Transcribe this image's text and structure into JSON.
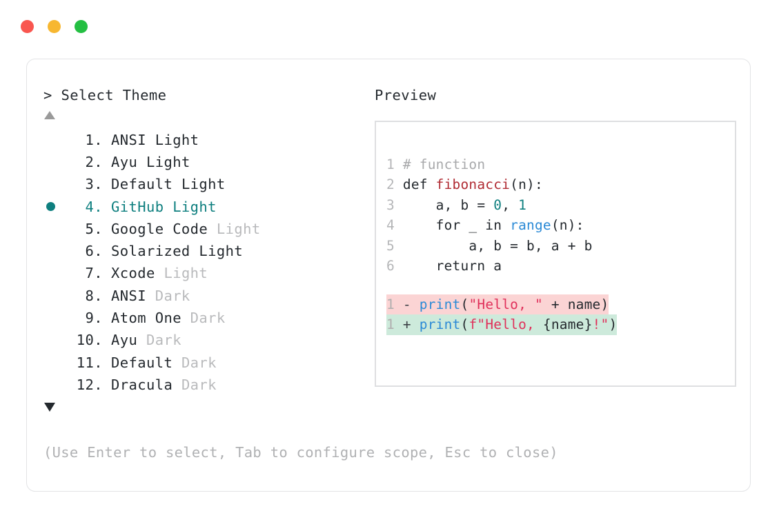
{
  "window": {
    "traffic_lights": [
      {
        "name": "close",
        "color": "#f9564f"
      },
      {
        "name": "minimize",
        "color": "#f7b731"
      },
      {
        "name": "maximize",
        "color": "#24bf42"
      }
    ]
  },
  "selector": {
    "prompt": "> Select Theme",
    "scroll_up_icon": "triangle-up-icon",
    "scroll_down_icon": "triangle-down-icon",
    "selected_index": 4,
    "items": [
      {
        "index": "1.",
        "name": "ANSI",
        "variant": "Light",
        "variant_dim": false,
        "selected": false
      },
      {
        "index": "2.",
        "name": "Ayu",
        "variant": "Light",
        "variant_dim": false,
        "selected": false
      },
      {
        "index": "3.",
        "name": "Default",
        "variant": "Light",
        "variant_dim": false,
        "selected": false
      },
      {
        "index": "4.",
        "name": "GitHub",
        "variant": "Light",
        "variant_dim": false,
        "selected": true
      },
      {
        "index": "5.",
        "name": "Google Code",
        "variant": "Light",
        "variant_dim": true,
        "selected": false
      },
      {
        "index": "6.",
        "name": "Solarized",
        "variant": "Light",
        "variant_dim": false,
        "selected": false
      },
      {
        "index": "7.",
        "name": "Xcode",
        "variant": "Light",
        "variant_dim": true,
        "selected": false
      },
      {
        "index": "8.",
        "name": "ANSI",
        "variant": "Dark",
        "variant_dim": true,
        "selected": false
      },
      {
        "index": "9.",
        "name": "Atom One",
        "variant": "Dark",
        "variant_dim": true,
        "selected": false
      },
      {
        "index": "10.",
        "name": "Ayu",
        "variant": "Dark",
        "variant_dim": true,
        "selected": false
      },
      {
        "index": "11.",
        "name": "Default",
        "variant": "Dark",
        "variant_dim": true,
        "selected": false
      },
      {
        "index": "12.",
        "name": "Dracula",
        "variant": "Dark",
        "variant_dim": true,
        "selected": false
      }
    ]
  },
  "hint": "(Use Enter to select, Tab to configure scope, Esc to close)",
  "preview": {
    "label": "Preview",
    "code_lines": [
      {
        "num": "1",
        "tokens": [
          {
            "t": "# function",
            "c": "comment"
          }
        ]
      },
      {
        "num": "2",
        "tokens": [
          {
            "t": "def ",
            "c": "plain"
          },
          {
            "t": "fibonacci",
            "c": "func-def"
          },
          {
            "t": "(n):",
            "c": "plain"
          }
        ]
      },
      {
        "num": "3",
        "tokens": [
          {
            "t": "    a, b = ",
            "c": "plain"
          },
          {
            "t": "0",
            "c": "number"
          },
          {
            "t": ", ",
            "c": "plain"
          },
          {
            "t": "1",
            "c": "number"
          }
        ]
      },
      {
        "num": "4",
        "tokens": [
          {
            "t": "    for _ in ",
            "c": "plain"
          },
          {
            "t": "range",
            "c": "builtin"
          },
          {
            "t": "(n):",
            "c": "plain"
          }
        ]
      },
      {
        "num": "5",
        "tokens": [
          {
            "t": "        a, b = b, a + b",
            "c": "plain"
          }
        ]
      },
      {
        "num": "6",
        "tokens": [
          {
            "t": "    return a",
            "c": "plain"
          }
        ]
      }
    ],
    "diff_lines": [
      {
        "num": "1",
        "sign": "-",
        "kind": "del",
        "tokens": [
          {
            "t": "print",
            "c": "call"
          },
          {
            "t": "(",
            "c": "plain"
          },
          {
            "t": "\"Hello, \"",
            "c": "string"
          },
          {
            "t": " + name)",
            "c": "plain"
          }
        ]
      },
      {
        "num": "1",
        "sign": "+",
        "kind": "add",
        "tokens": [
          {
            "t": "print",
            "c": "call"
          },
          {
            "t": "(",
            "c": "plain"
          },
          {
            "t": "f\"Hello, ",
            "c": "string"
          },
          {
            "t": "{name}",
            "c": "plain"
          },
          {
            "t": "!\"",
            "c": "string"
          },
          {
            "t": ")",
            "c": "plain"
          }
        ]
      }
    ]
  },
  "colors": {
    "accent_teal": "#0e7f7f",
    "text": "#24292e",
    "dim": "#b9babc",
    "diff_del_bg": "#fbd4d4",
    "diff_add_bg": "#cdeadb",
    "border": "#e2e3e5"
  }
}
